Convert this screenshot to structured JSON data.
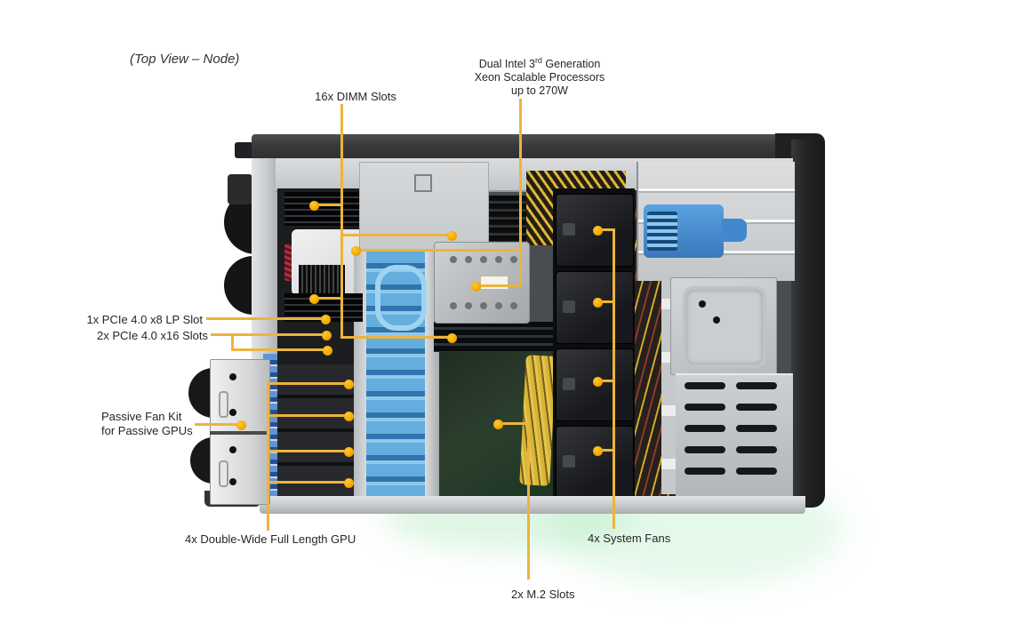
{
  "diagram": {
    "caption": "(Top View – Node)",
    "callout_color": "#F0AC00",
    "chassis_colors": {
      "rim_dark": "#39393b",
      "panel_silver": "#cdd0d2",
      "shroud_blue": "#4a9ad6",
      "pcb_green": "#2c3f2d",
      "cable_yellow": "#d8b535"
    },
    "labels": {
      "dimm": "16x DIMM Slots",
      "cpu": {
        "l1_pre": "Dual Intel 3",
        "l1_sup": "rd",
        "l1_post": " Generation",
        "l2": "Xeon Scalable Processors",
        "l3": "up to 270W"
      },
      "pcie_x8": "1x PCIe 4.0 x8 LP Slot",
      "pcie_x16": "2x PCIe 4.0 x16 Slots",
      "passive_fan": {
        "l1": "Passive Fan Kit",
        "l2": "for Passive GPUs"
      },
      "gpu": "4x Double-Wide Full Length GPU",
      "system_fans": "4x System Fans",
      "m2": "2x M.2 Slots"
    }
  }
}
